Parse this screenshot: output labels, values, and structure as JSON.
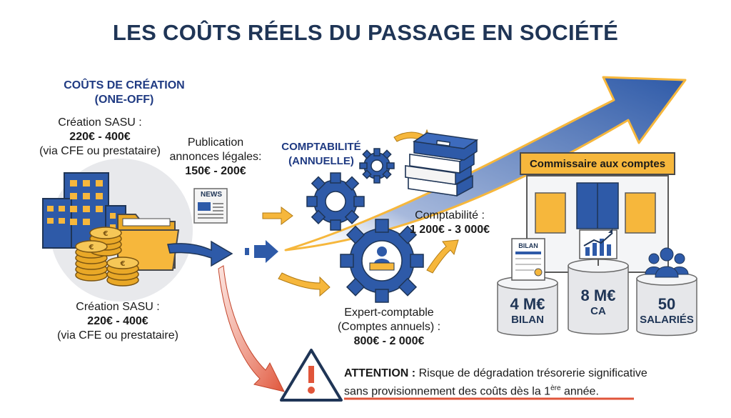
{
  "title": "LES COÛTS RÉELS DU PASSAGE EN SOCIÉTÉ",
  "creation": {
    "heading_line1": "COÛTS DE CRÉATION",
    "heading_line2": "(ONE-OFF)",
    "top_label": "Création SASU :",
    "top_amount": "220€ - 400€",
    "top_note": "(via CFE ou prestataire)",
    "bottom_label": "Création SASU :",
    "bottom_amount": "220€ - 400€",
    "bottom_note": "(via CFE ou prestataire)"
  },
  "publication": {
    "line1": "Publication",
    "line2": "annonces légales:",
    "amount": "150€ - 200€",
    "news_label": "NEWS"
  },
  "comptabilite": {
    "heading_line1": "COMPTABILITÉ",
    "heading_line2": "(ANNUELLE)",
    "label": "Comptabilité :",
    "amount": "1 200€ - 3 000€"
  },
  "expert": {
    "line1": "Expert-comptable",
    "line2": "(Comptes annuels) :",
    "amount": "800€ - 2 000€"
  },
  "commissaire": {
    "label": "Commissaire aux comptes",
    "bilan_doc_label": "BILAN",
    "thresholds": [
      {
        "value": "4 M€",
        "label": "BILAN"
      },
      {
        "value": "8 M€",
        "label": "CA"
      },
      {
        "value": "50",
        "label": "SALARIÉS"
      }
    ]
  },
  "warning": {
    "strong": "ATTENTION :",
    "text1": " Risque de dégradation trésorerie significative",
    "text2_pre": "sans provisionnement des coûts dès la 1",
    "text2_sup": "ère",
    "text2_post": " année."
  },
  "colors": {
    "navy": "#1f3556",
    "blue": "#2e5aa8",
    "orange": "#f6b73c",
    "red": "#e0553a"
  }
}
